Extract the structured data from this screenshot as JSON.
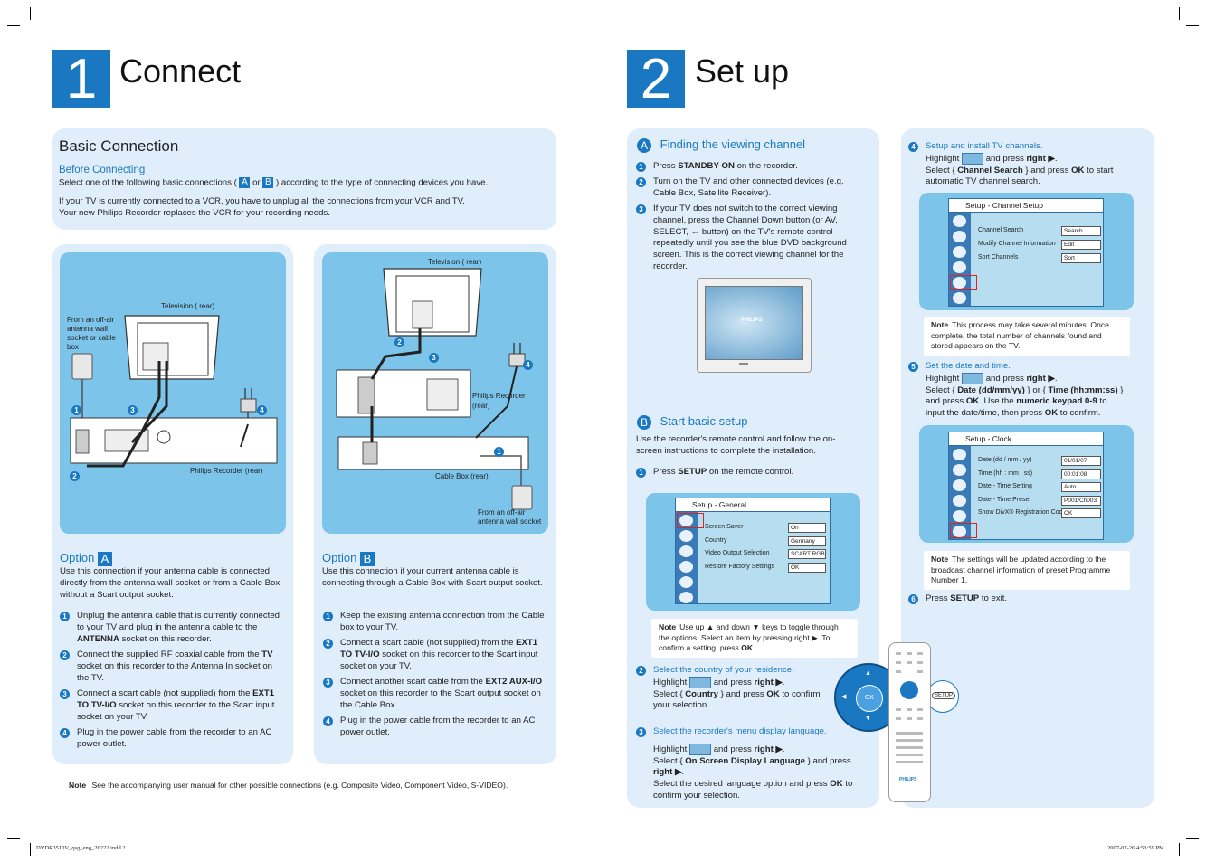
{
  "section1": {
    "number": "1",
    "title": "Connect",
    "basic": {
      "heading": "Basic Connection",
      "before_heading": "Before Connecting",
      "before_text_a": "Select one of the following basic connections (",
      "letter_a": "A",
      "or": "or",
      "letter_b": "B",
      "before_text_b": ") according to the type of connecting devices you have.",
      "para2_line1": "If your TV is currently connected to a VCR, you have to unplug all the connections from your VCR and TV.",
      "para2_line2": "Your new Philips Recorder replaces the VCR for your recording needs."
    },
    "optionA": {
      "label": "Option",
      "letter": "A",
      "diagram": {
        "tv_label": "Television ( rear)",
        "antenna_label": "From an off-air antenna wall socket or cable box",
        "recorder_label": "Philips Recorder (rear)",
        "n1": "1",
        "n2": "2",
        "n3": "3",
        "n4": "4"
      },
      "intro": "Use this connection if your antenna cable is connected directly from the antenna wall socket or from a Cable Box without a Scart output socket.",
      "steps": [
        {
          "n": "1",
          "pre": "Unplug the antenna cable that is currently connected to your TV and plug in the antenna cable to the ",
          "bold": "ANTENNA",
          "post": " socket on this recorder."
        },
        {
          "n": "2",
          "pre": "Connect the supplied RF coaxial cable from the ",
          "bold": "TV",
          "post": " socket on this recorder to the Antenna In socket on the TV."
        },
        {
          "n": "3",
          "pre": "Connect a scart cable (not supplied) from the ",
          "bold": "EXT1 TO TV-I/O",
          "post": " socket on this recorder to the Scart input socket on your TV."
        },
        {
          "n": "4",
          "pre": "Plug in the power cable from the recorder to an AC power outlet.",
          "bold": "",
          "post": ""
        }
      ]
    },
    "optionB": {
      "label": "Option",
      "letter": "B",
      "diagram": {
        "tv_label": "Television ( rear)",
        "recorder_label": "Philips Recorder (rear)",
        "cablebox_label": "Cable Box (rear)",
        "antenna_label": "From an off-air antenna wall socket",
        "n1": "1",
        "n2": "2",
        "n3": "3",
        "n4": "4"
      },
      "intro": "Use this connection if your current antenna cable is connecting through a Cable Box with Scart output socket.",
      "steps": [
        {
          "n": "1",
          "pre": "Keep the existing antenna connection from the Cable box to your TV.",
          "bold": "",
          "post": ""
        },
        {
          "n": "2",
          "pre": "Connect a scart cable (not supplied) from the ",
          "bold": "EXT1 TO TV-I/O",
          "post": " socket on this recorder to the Scart input socket on your TV."
        },
        {
          "n": "3",
          "pre": "Connect another scart cable from the ",
          "bold": "EXT2 AUX-I/O",
          "post": " socket on this recorder to the Scart output socket on the Cable Box."
        },
        {
          "n": "4",
          "pre": "Plug in the power cable from the recorder to an AC power outlet.",
          "bold": "",
          "post": ""
        }
      ]
    },
    "note": {
      "label": "Note",
      "text": "See the accompanying user manual for other possible connections (e.g. Composite Video, Component Video, S-VIDEO)."
    }
  },
  "section2": {
    "number": "2",
    "title": "Set up",
    "partA": {
      "letter": "A",
      "heading": "Finding the viewing channel",
      "steps": [
        {
          "n": "1",
          "pre": "Press ",
          "bold": "STANDBY-ON",
          "post": " on the recorder."
        },
        {
          "n": "2",
          "pre": "Turn on the TV and other connected devices (e.g. Cable Box, Satellite Receiver).",
          "bold": "",
          "post": ""
        },
        {
          "n": "3",
          "pre": "If your TV does not switch to the correct viewing channel, press the Channel Down button (or AV, SELECT, ← button) on the TV's remote control repeatedly until you see the blue DVD background screen.  This is the correct viewing channel for the recorder.",
          "bold": "",
          "post": ""
        }
      ],
      "tv_logo": "PHILIPS"
    },
    "partB": {
      "letter": "B",
      "heading": "Start basic setup",
      "intro": "Use the recorder's remote control and follow the on-screen instructions to complete the installation.",
      "step1": {
        "n": "1",
        "pre": "Press ",
        "bold": "SETUP",
        "post": " on the remote control."
      },
      "osd": {
        "title": "Setup - General",
        "rows": [
          {
            "label": "Screen Saver",
            "value": "On"
          },
          {
            "label": "Country",
            "value": "Germany"
          },
          {
            "label": "Video Output Selection",
            "value": "SCART RGB"
          },
          {
            "label": "Restore Factory Settings",
            "value": "OK"
          }
        ]
      },
      "note": {
        "label": "Note",
        "text": "Use up ▲ and down ▼ keys to toggle through the options. Select an item by pressing right ▶.  To confirm a setting, press ",
        "bold": "OK",
        "end": "."
      },
      "step2": {
        "n": "2",
        "heading": "Select the country of your residence.",
        "l1_pre": "Highlight",
        "l1_post": "and press ",
        "l1_bold": "right ▶",
        "l2_pre": "Select { ",
        "l2_bold": "Country",
        "l2_mid": " } and press ",
        "l2_bold2": "OK",
        "l2_post": " to confirm your selection."
      },
      "step3": {
        "n": "3",
        "heading": "Select the recorder's menu display language.",
        "l1_pre": "Highlight",
        "l1_post": "and press ",
        "l1_bold": "right ▶",
        "l2_pre": "Select { ",
        "l2_bold": "On Screen Display Language",
        "l2_mid": " } and press ",
        "l2_bold2": "right ▶",
        "l3_pre": "Select the desired language option and press ",
        "l3_bold": "OK",
        "l3_post": " to confirm your selection."
      },
      "remote": {
        "ok": "OK",
        "setup": "SETUP"
      }
    },
    "right": {
      "step4": {
        "n": "4",
        "heading": "Setup and install TV channels.",
        "l1_pre": "Highlight",
        "l1_post": "and press ",
        "l1_bold": "right ▶",
        "l2_pre": "Select { ",
        "l2_bold": "Channel Search",
        "l2_mid": " } and press ",
        "l2_bold2": "OK",
        "l2_post": " to start automatic TV channel search."
      },
      "osd_channel": {
        "title": "Setup - Channel Setup",
        "rows": [
          {
            "label": "Channel Search",
            "value": "Search"
          },
          {
            "label": "Modify Channel Information",
            "value": "Edit"
          },
          {
            "label": "Sort Channels",
            "value": "Sort"
          }
        ]
      },
      "note1": {
        "label": "Note",
        "text": "This process may take several minutes. Once complete, the total number of channels found and stored appears on the TV."
      },
      "step5": {
        "n": "5",
        "heading": "Set the date and time.",
        "l1_pre": "Highlight",
        "l1_post": "and press ",
        "l1_bold": "right ▶",
        "l2_pre": "Select { ",
        "l2_bold": "Date (dd/mm/yy)",
        "l2_mid": " } or { ",
        "l2_bold2": "Time (hh:mm:ss)",
        "l2_post": " }",
        "l3_pre": "and press ",
        "l3_bold": "OK",
        "l3_mid": ".  Use the ",
        "l3_bold2": "numeric keypad 0-9",
        "l3_post": " to",
        "l4_pre": "input the date/time, then press ",
        "l4_bold": "OK",
        "l4_post": " to confirm."
      },
      "osd_clock": {
        "title": "Setup - Clock",
        "rows": [
          {
            "label": "Date (dd / mm / yy)",
            "value": "01/01/07"
          },
          {
            "label": "Time (hh : mm : ss)",
            "value": "00:01:08"
          },
          {
            "label": "Date - Time Setting",
            "value": "Auto"
          },
          {
            "label": "Date - Time Preset",
            "value": "P001/Ch003"
          },
          {
            "label": "Show DivX® Registration Code",
            "value": "OK"
          }
        ]
      },
      "note2": {
        "label": "Note",
        "text": "The settings will be updated according to the broadcast channel information of preset Programme Number 1."
      },
      "step6": {
        "n": "6",
        "pre": "Press ",
        "bold": "SETUP",
        "post": " to exit."
      },
      "remote_logo": "PHILIPS"
    }
  },
  "footer": {
    "left": "DVDR3510V_qsg_eng_26222.indd   2",
    "right": "2007-07-26   4:53:59 PM"
  },
  "colors": {
    "accent": "#1a78c2",
    "panel": "#dfeefa",
    "inner": "#7cc4ea"
  }
}
